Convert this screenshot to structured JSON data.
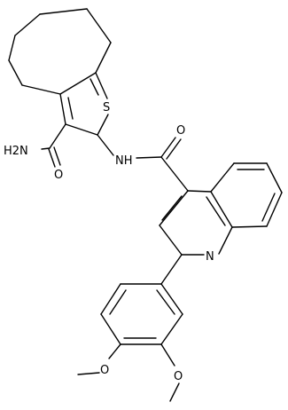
{
  "structure": {
    "atom_labels": {
      "amide_nh2": "H2N",
      "amide_o_1": "O",
      "thiophene_s": "S",
      "amide_nh": "NH",
      "amide_o_2": "O",
      "quinoline_n": "N",
      "methoxy_o_1": "O",
      "methoxy_o_2": "O"
    }
  },
  "colors": {
    "bond": "#000000",
    "label": "#000000",
    "background": "#ffffff"
  }
}
